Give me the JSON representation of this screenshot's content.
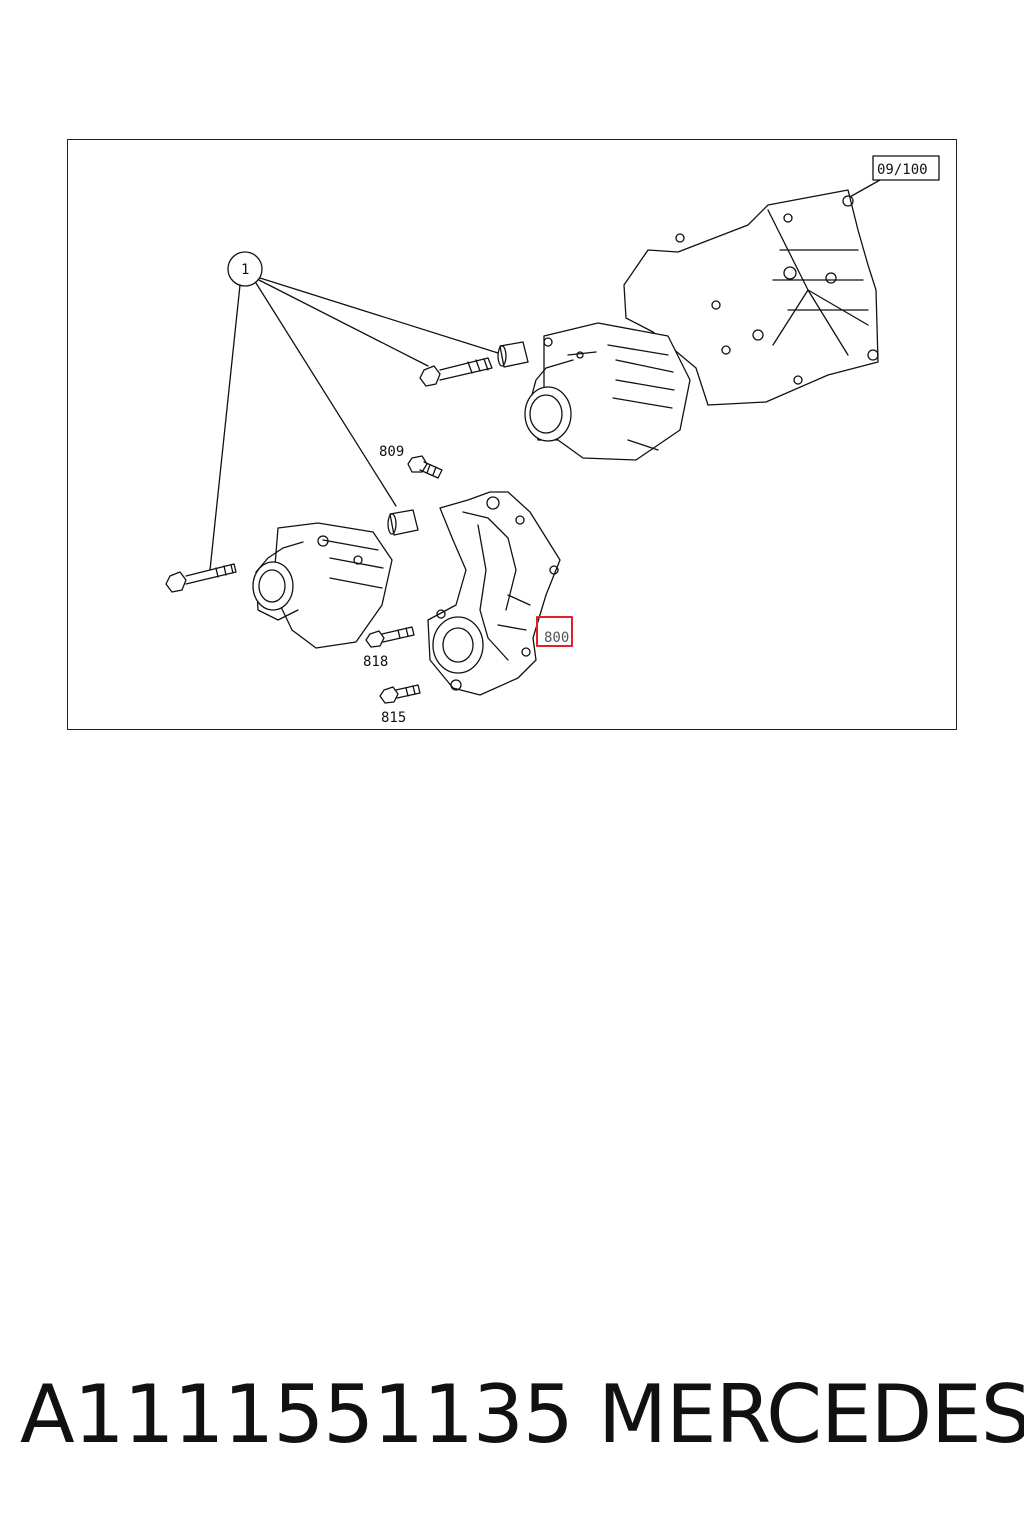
{
  "diagram": {
    "ref_box": "09/100",
    "callout": "1",
    "labels": {
      "p809": "809",
      "p800": "800",
      "p818": "818",
      "p815": "815"
    },
    "highlight_color": "#e0202a"
  },
  "caption": {
    "part_number": "A1111551135",
    "brand": "MERCEDES"
  }
}
